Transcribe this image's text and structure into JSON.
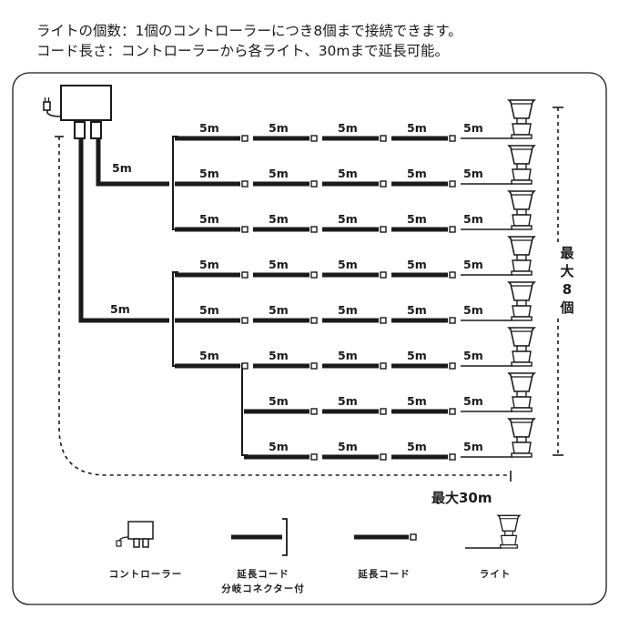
{
  "header": {
    "line1": "ライトの個数：1個のコントローラーにつき8個まで接続できます。",
    "line2": "コード長さ：コントローラーから各ライト、30mまで延長可能。"
  },
  "diagram": {
    "segment_label": "5m",
    "max_count_label": "最大8個",
    "max_length_label": "最大30m",
    "rows": [
      {
        "segments": [
          "5m",
          "5m",
          "5m",
          "5m",
          "5m"
        ]
      },
      {
        "segments": [
          "5m",
          "5m",
          "5m",
          "5m",
          "5m"
        ]
      },
      {
        "segments": [
          "5m",
          "5m",
          "5m",
          "5m",
          "5m"
        ]
      },
      {
        "segments": [
          "5m",
          "5m",
          "5m",
          "5m",
          "5m"
        ]
      },
      {
        "segments": [
          "5m",
          "5m",
          "5m",
          "5m",
          "5m"
        ]
      },
      {
        "segments": [
          "5m",
          "5m",
          "5m",
          "5m",
          "5m"
        ]
      },
      {
        "segments": [
          "5m",
          "5m",
          "5m",
          "5m"
        ]
      },
      {
        "segments": [
          "5m",
          "5m",
          "5m",
          "5m"
        ]
      }
    ],
    "trunk_labels": [
      "5m",
      "5m"
    ]
  },
  "legend": {
    "controller": "コントローラー",
    "branch_cord_line1": "延長コード",
    "branch_cord_line2": "分岐コネクター付",
    "extension_cord": "延長コード",
    "light": "ライト"
  },
  "icons": {
    "controller": "controller-box-icon",
    "plug": "power-plug-icon",
    "light": "garden-light-icon"
  }
}
